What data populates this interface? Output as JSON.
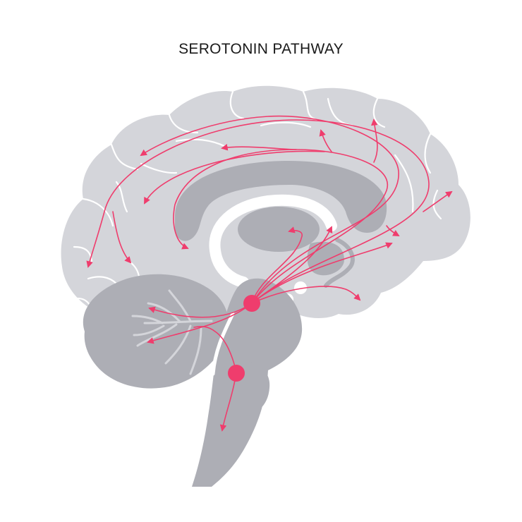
{
  "title": "SEROTONIN PATHWAY",
  "colors": {
    "background": "#ffffff",
    "cortex": "#d4d5da",
    "deep_structures": "#adaeb5",
    "white_matter": "#ffffff",
    "pathway": "#ef3d6d"
  },
  "nuclei": [
    "raphe-nucleus-upper",
    "raphe-nucleus-lower"
  ]
}
